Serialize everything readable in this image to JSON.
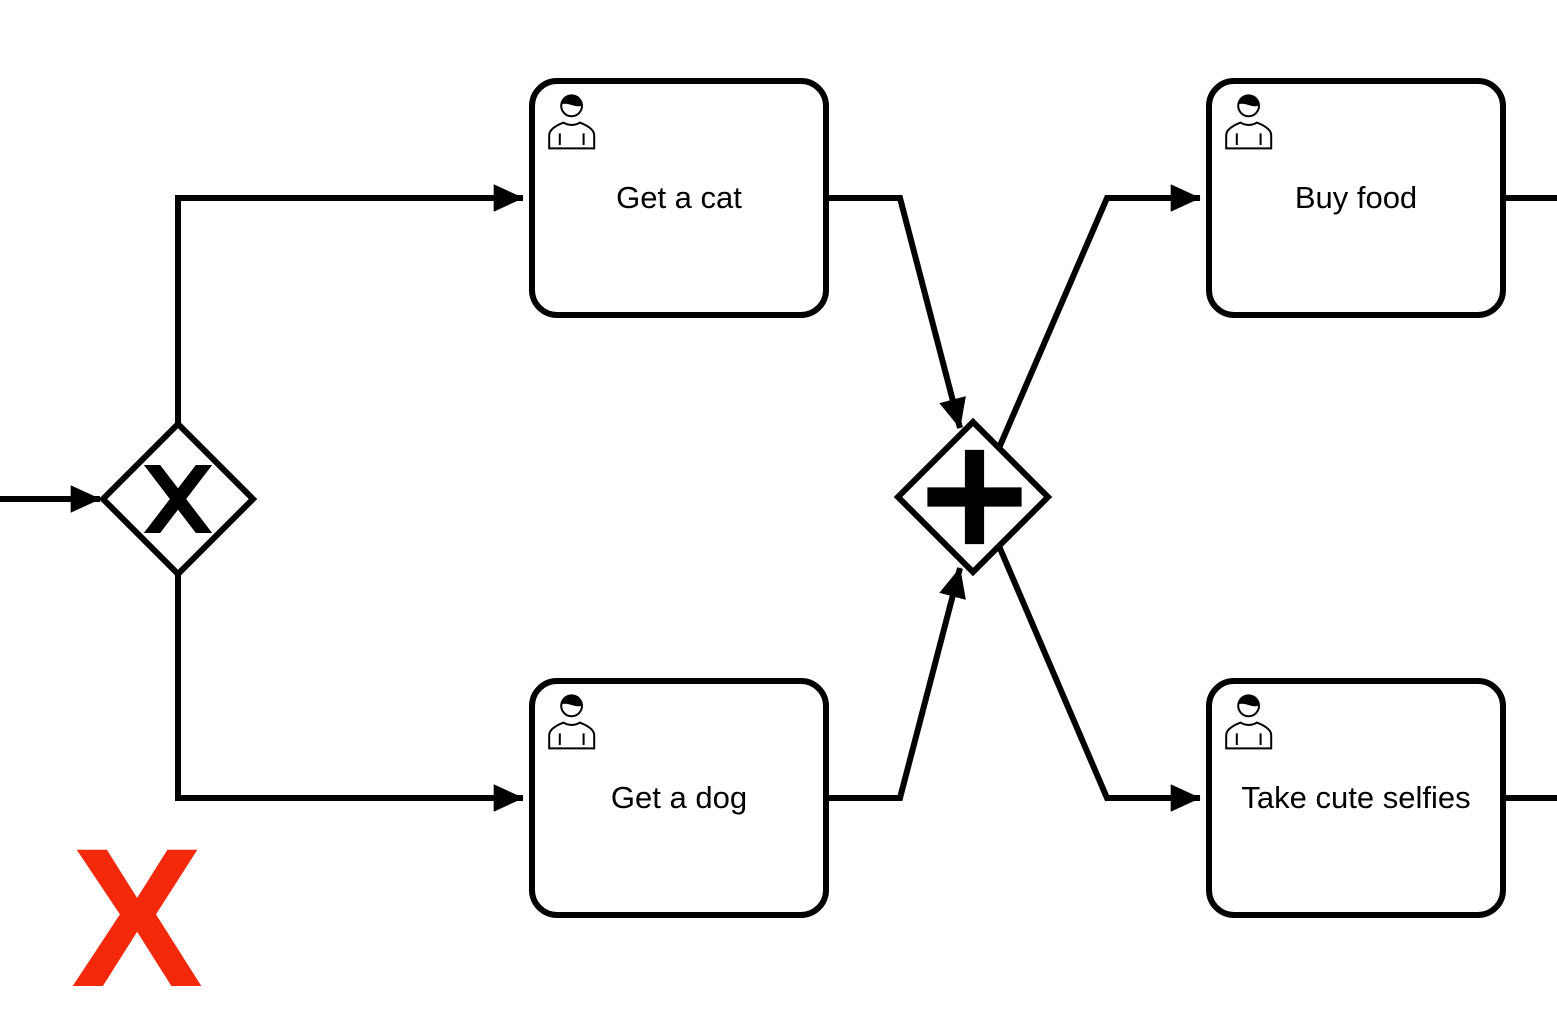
{
  "diagram": {
    "type": "bpmn-process",
    "colors": {
      "line": "#000000",
      "shape_fill": "#ffffff",
      "annotation_red": "#f4290c"
    },
    "gateways": [
      {
        "name": "exclusive-gateway",
        "marker": "X"
      },
      {
        "name": "parallel-gateway",
        "marker": "+"
      }
    ],
    "tasks": [
      {
        "label": "Get a cat",
        "icon": "user-icon"
      },
      {
        "label": "Get a dog",
        "icon": "user-icon"
      },
      {
        "label": "Buy food",
        "icon": "user-icon"
      },
      {
        "label": "Take cute selfies",
        "icon": "user-icon"
      }
    ],
    "annotation": {
      "text": "X",
      "color": "#f4290c"
    }
  }
}
